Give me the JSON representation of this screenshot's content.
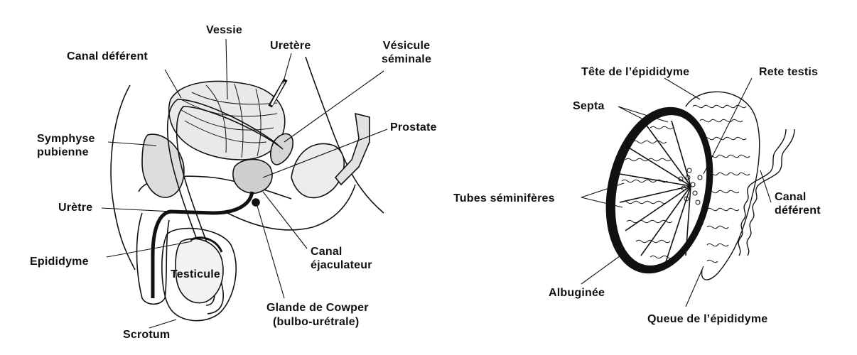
{
  "left_figure": {
    "labels": {
      "vessie": "Vessie",
      "uretere": "Uretère",
      "vesicule_seminale": "Vésicule séminale",
      "canal_deferent": "Canal déférent",
      "symphyse_pubienne": "Symphyse pubienne",
      "prostate": "Prostate",
      "uretre": "Urètre",
      "epididyme": "Epididyme",
      "testicule": "Testicule",
      "canal_ejaculateur": "Canal éjaculateur",
      "scrotum": "Scrotum",
      "glande_de_cowper": "Glande de Cowper",
      "glande_de_cowper_sub": "(bulbo-urétrale)"
    }
  },
  "right_figure": {
    "labels": {
      "tete_epididyme": "Tête de l’épididyme",
      "rete_testis": "Rete testis",
      "septa": "Septa",
      "tubes_seminiferes": "Tubes séminifères",
      "canal_deferent": "Canal déférent",
      "albuginee": "Albuginée",
      "queue_epididyme": "Queue de l’épididyme"
    }
  },
  "colors": {
    "ink": "#111111",
    "background": "#ffffff"
  }
}
